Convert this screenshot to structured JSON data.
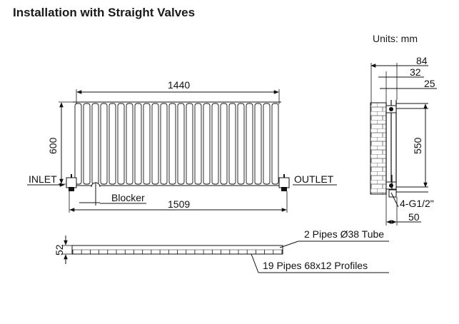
{
  "title": "Installation with Straight Valves",
  "units_label": "Units: mm",
  "front_view": {
    "width_top": "1440",
    "height": "600",
    "width_bottom": "1509",
    "inlet": "INLET",
    "outlet": "OUTLET",
    "blocker": "Blocker",
    "tube_count": 24
  },
  "side_view": {
    "depth_total": "84",
    "depth_mid": "32",
    "depth_small": "25",
    "pipe_centres": "550",
    "thread": "4-G1/2\"",
    "wall_offset": "50"
  },
  "bottom_view": {
    "depth": "52",
    "pipes_note": "2 Pipes Ø38 Tube",
    "profiles_note": "19 Pipes 68x12 Profiles"
  },
  "colors": {
    "line": "#1a1a1a",
    "fill": "#ffffff"
  }
}
